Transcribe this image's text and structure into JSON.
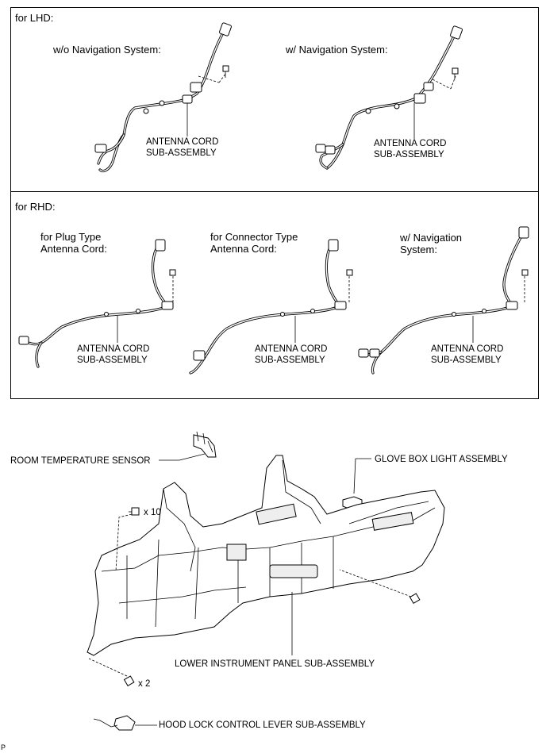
{
  "lhd": {
    "header": "for LHD:",
    "left_subtitle": "w/o Navigation System:",
    "right_subtitle": "w/ Navigation System:",
    "left_callout": "ANTENNA CORD\nSUB-ASSEMBLY",
    "right_callout": "ANTENNA CORD\nSUB-ASSEMBLY"
  },
  "rhd": {
    "header": "for RHD:",
    "sub1": "for Plug Type\nAntenna Cord:",
    "sub2": "for Connector Type\nAntenna Cord:",
    "sub3": "w/ Navigation\nSystem:",
    "callout1": "ANTENNA CORD\nSUB-ASSEMBLY",
    "callout2": "ANTENNA CORD\nSUB-ASSEMBLY",
    "callout3": "ANTENNA CORD\nSUB-ASSEMBLY"
  },
  "lower": {
    "room_temp_sensor": "ROOM TEMPERATURE SENSOR",
    "glove_box_light": "GLOVE BOX LIGHT ASSEMBLY",
    "bolt_qty_top": "x 10",
    "bolt_qty_bottom": "x 2",
    "lower_panel": "LOWER INSTRUMENT PANEL SUB-ASSEMBLY",
    "hood_lock": "HOOD LOCK CONTROL LEVER SUB-ASSEMBLY"
  },
  "corner_mark": "P"
}
